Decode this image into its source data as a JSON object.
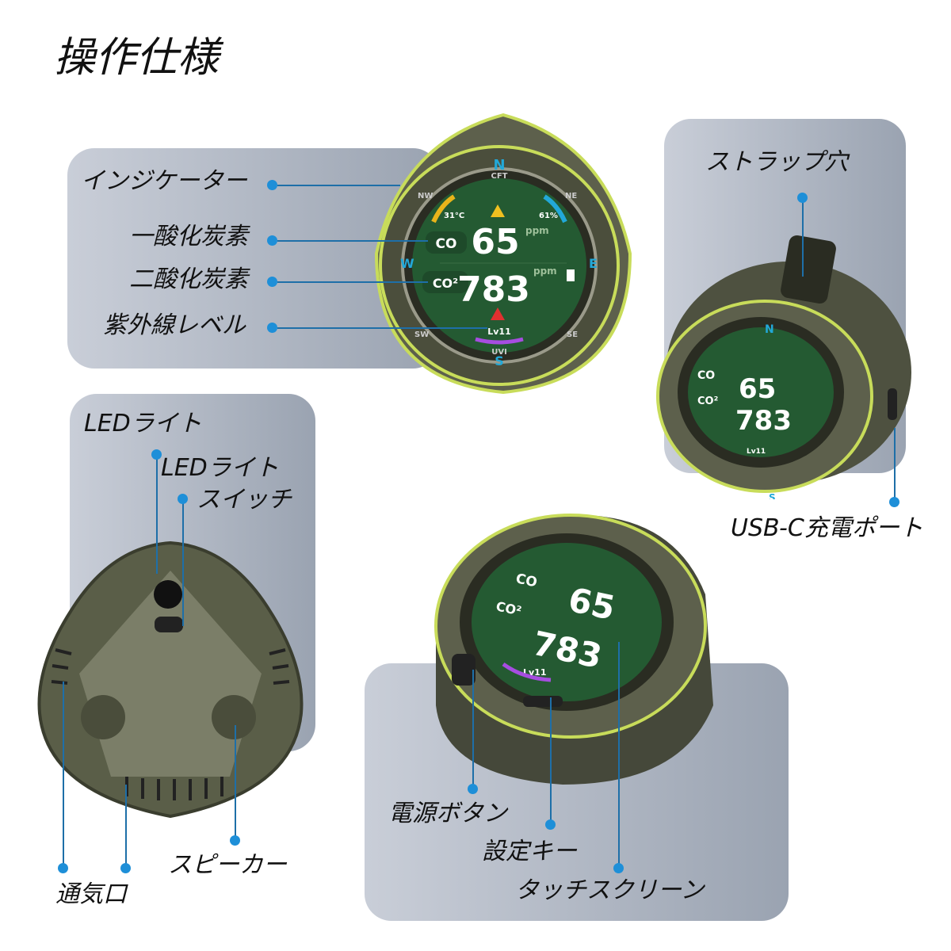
{
  "title": "操作仕様",
  "labels": {
    "indicator": "インジケーター",
    "co": "一酸化炭素",
    "co2": "二酸化炭素",
    "uv": "紫外線レベル",
    "strap": "ストラップ穴",
    "usbc": "USB-C充電ポート",
    "led": "LEDライト",
    "led_switch_1": "LEDライト",
    "led_switch_2": "スイッチ",
    "vent": "通気口",
    "speaker": "スピーカー",
    "power": "電源ボタン",
    "settings": "設定キー",
    "touch": "タッチスクリーン"
  },
  "screen": {
    "n": "N",
    "cft": "CFT",
    "nw": "NW",
    "ne": "NE",
    "w": "W",
    "e": "E",
    "sw": "SW",
    "se": "SE",
    "s": "S",
    "uvi": "UVI",
    "temp": "31°C",
    "humidity": "61%",
    "co_label": "CO",
    "co_value": "65",
    "co2_label": "CO²",
    "co2_value": "783",
    "unit": "ppm",
    "uv_level": "Lv11"
  },
  "colors": {
    "accent": "#1e8fd8",
    "screen": "#245a32",
    "ring": "#c8dc5a",
    "uv": "#a64de0",
    "temp": "#e8b41a",
    "hum": "#22a8d8"
  }
}
